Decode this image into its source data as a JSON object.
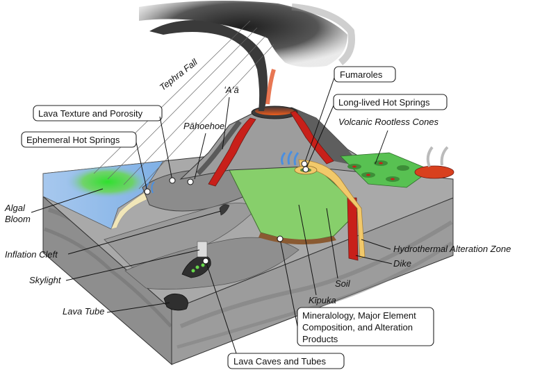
{
  "diagram": {
    "labels": {
      "tephra_fall": "Tephra Fall",
      "aa": "ʻAʻā",
      "pahoehoe": "Pāhoehoe",
      "volcanic_rootless_cones": "Volcanic Rootless Cones",
      "algal_bloom": [
        "Algal",
        "Bloom"
      ],
      "inflation_cleft": "Inflation Cleft",
      "skylight": "Skylight",
      "lava_tube": "Lava Tube",
      "hydrothermal_alteration_zone": "Hydrothermal Alteration Zone",
      "dike": "Dike",
      "soil": "Soil",
      "kipuka": "Kīpuka"
    },
    "boxed_labels": {
      "fumaroles": "Fumaroles",
      "long_lived_hot_springs": "Long-lived Hot Springs",
      "lava_texture_porosity": "Lava Texture and Porosity",
      "ephemeral_hot_springs": "Ephemeral Hot Springs",
      "mineralology": [
        "Mineralology, Major Element",
        "Composition, and Alteration",
        "Products"
      ],
      "lava_caves_tubes": "Lava Caves and Tubes"
    },
    "colors": {
      "ocean": "#8fb8e6",
      "algae": "#3fd43f",
      "rock_light": "#a8a8a8",
      "rock_dark": "#7b7b7b",
      "kipuka_green": "#86cf6a",
      "lava_red": "#c8201a",
      "hydro_yellow": "#f2c96a",
      "plume": "#3a3a3a"
    }
  }
}
